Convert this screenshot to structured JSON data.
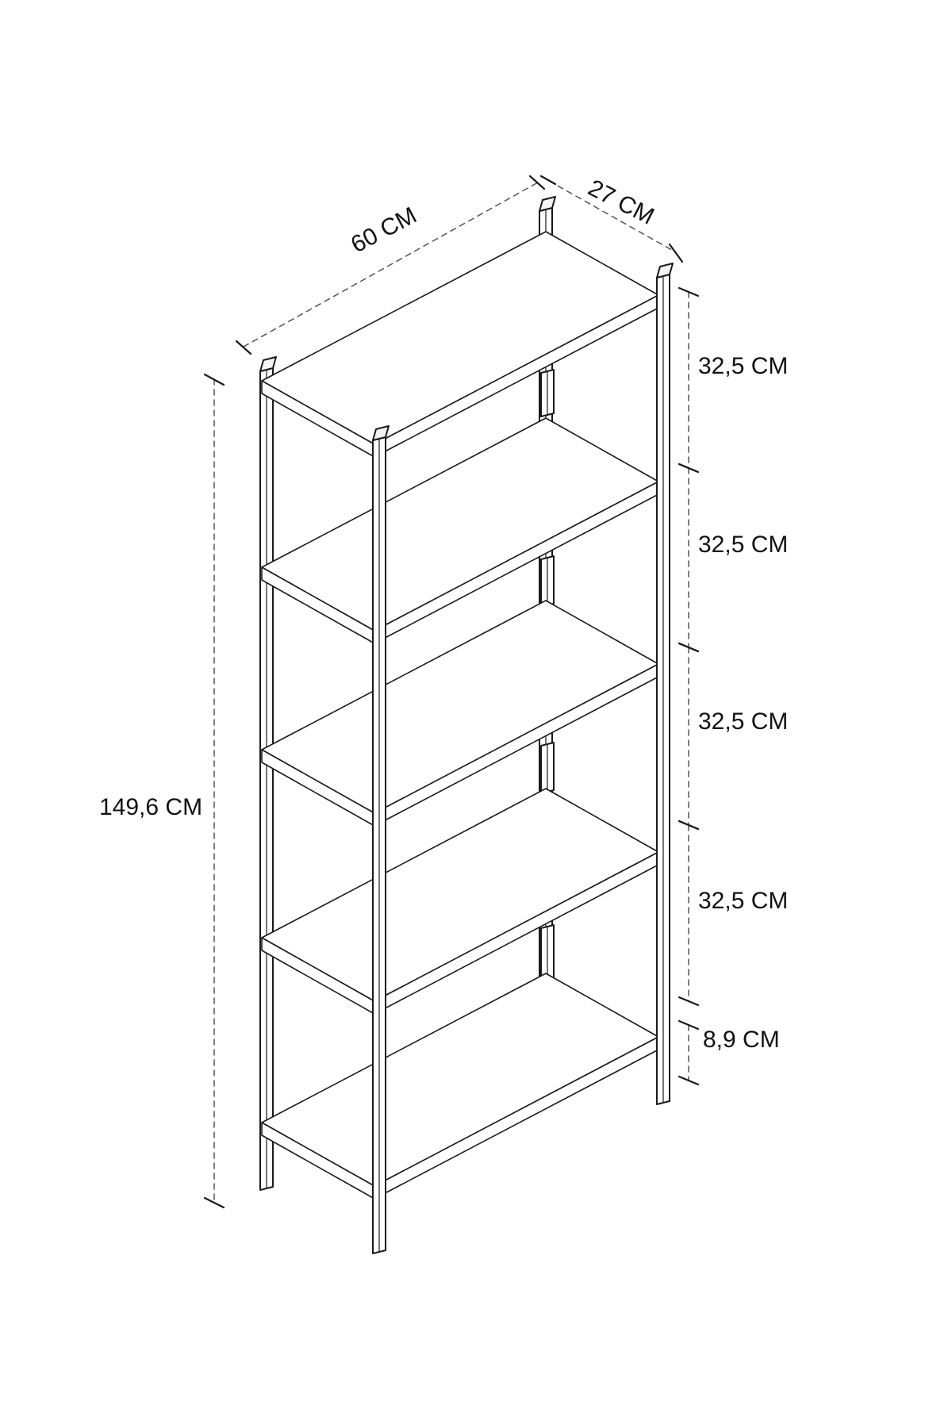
{
  "diagram": {
    "width_label": "60 CM",
    "depth_label": "27 CM",
    "total_height_label": "149,6 CM",
    "shelf_gap_labels": [
      "32,5 CM",
      "32,5 CM",
      "32,5 CM",
      "32,5 CM"
    ],
    "bottom_gap_label": "8,9 CM"
  },
  "colors": {
    "line": "#1a1a1a",
    "dim": "#555555",
    "background": "#ffffff"
  }
}
